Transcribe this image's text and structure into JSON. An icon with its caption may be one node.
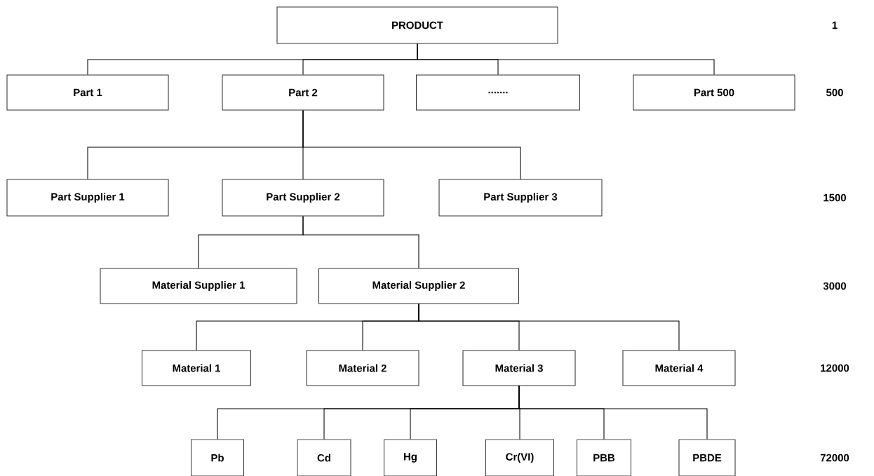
{
  "diagram": {
    "nodes": [
      {
        "text": [
          "PRODUCT"
        ]
      },
      {
        "text": [
          "Part 1"
        ]
      },
      {
        "text": [
          "Part 2"
        ]
      },
      {
        "text": [
          "......."
        ]
      },
      {
        "text": [
          "Part 500"
        ]
      },
      {
        "text": [
          "Part Supplier 1"
        ]
      },
      {
        "text": [
          "Part Supplier 2"
        ]
      },
      {
        "text": [
          "Part Supplier 3"
        ]
      },
      {
        "text": [
          "Material Supplier 1"
        ]
      },
      {
        "text": [
          "Material Supplier 2"
        ]
      },
      {
        "text": [
          "Material 1"
        ]
      },
      {
        "text": [
          "Material 2"
        ]
      },
      {
        "text": [
          "Material 3"
        ]
      },
      {
        "text": [
          "Material 4"
        ]
      },
      {
        "text": [
          "Pb"
        ]
      },
      {
        "text": [
          "Cd"
        ]
      },
      {
        "text": [
          "Hg"
        ]
      },
      {
        "text": [
          "Cr(VI)"
        ]
      },
      {
        "text": [
          "PBB"
        ]
      },
      {
        "text": [
          "PBDE"
        ]
      }
    ],
    "edges": [
      {
        "from": 0,
        "to": 1,
        "arrow": "none"
      },
      {
        "from": 0,
        "to": 2,
        "arrow": "none"
      },
      {
        "from": 0,
        "to": 3,
        "arrow": "none"
      },
      {
        "from": 0,
        "to": 4,
        "arrow": "none"
      },
      {
        "from": 2,
        "to": 5,
        "arrow": "none"
      },
      {
        "from": 2,
        "to": 6,
        "arrow": "none"
      },
      {
        "from": 2,
        "to": 7,
        "arrow": "none"
      },
      {
        "from": 6,
        "to": 8,
        "arrow": "none"
      },
      {
        "from": 6,
        "to": 9,
        "arrow": "none"
      },
      {
        "from": 9,
        "to": 10,
        "arrow": "none"
      },
      {
        "from": 9,
        "to": 11,
        "arrow": "none"
      },
      {
        "from": 9,
        "to": 12,
        "arrow": "none"
      },
      {
        "from": 9,
        "to": 13,
        "arrow": "none"
      },
      {
        "from": 12,
        "to": 14,
        "arrow": "none"
      },
      {
        "from": 12,
        "to": 15,
        "arrow": "none"
      },
      {
        "from": 12,
        "to": 16,
        "arrow": "none"
      },
      {
        "from": 12,
        "to": 17,
        "arrow": "none"
      },
      {
        "from": 12,
        "to": 18,
        "arrow": "none"
      },
      {
        "from": 12,
        "to": 19,
        "arrow": "none"
      }
    ],
    "labels": [
      "1",
      "500",
      "1500",
      "3000",
      "12000",
      "72000"
    ]
  }
}
